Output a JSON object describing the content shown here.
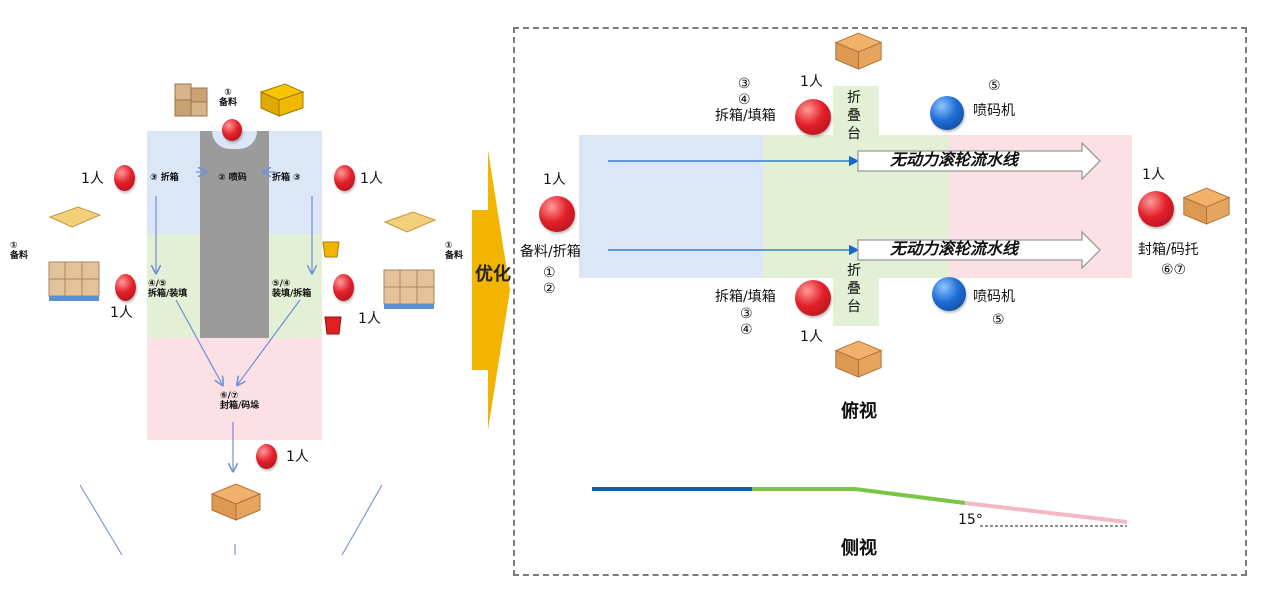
{
  "left": {
    "person_label": "1人",
    "material_label": "①\n备料",
    "fold_label": "③ 折箱",
    "code_label": "② 喷码",
    "fold_label_right": "折箱 ③",
    "fill_left": "④/⑤\n拆箱/装填",
    "fill_right": "⑤/④\n装填/拆箱",
    "seal_label": "⑥/⑦\n封箱/码垛"
  },
  "optimize_label": "优化",
  "top_view": {
    "title": "俯视",
    "conveyor_label": "无动力滚轮流水线",
    "fold_table": "折\n叠\n台",
    "left_person": "1人",
    "left_task": "备料/折箱",
    "left_steps": "①\n②",
    "top_steps": "③\n④",
    "top_person": "1人",
    "top_task": "拆箱/填箱",
    "top_machine": "喷码机",
    "top_machine_step": "⑤",
    "bottom_task": "拆箱/填箱",
    "bottom_steps": "③\n④",
    "bottom_person": "1人",
    "bottom_machine": "喷码机",
    "bottom_machine_step": "⑤",
    "right_person": "1人",
    "right_task": "封箱/码托",
    "right_steps": "⑥⑦"
  },
  "side_view": {
    "title": "侧视",
    "angle_label": "15°"
  },
  "colors": {
    "blue_zone": "#dbe6f7",
    "green_zone": "#e3f0d6",
    "pink_zone": "#fbe1e6",
    "arrow_gold": "#f3b400",
    "line_blue": "#0b5fb0",
    "line_green": "#7cc544",
    "line_pink": "#f4b8c4"
  }
}
